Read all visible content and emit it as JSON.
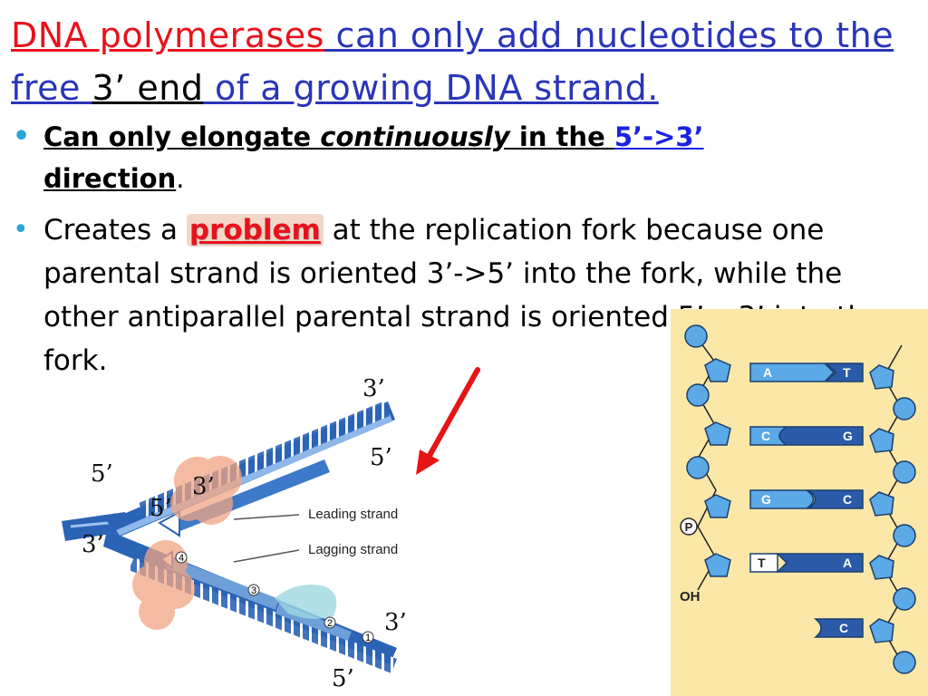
{
  "title": {
    "part1": "DNA polymerases",
    "part2": " can only add nucleotides to the free ",
    "part3": "3’ end",
    "part4": " of a growing DNA strand."
  },
  "bullet1": {
    "part1": "Can only elongate ",
    "part2": "continuously",
    "part3": " in the ",
    "part4": "5’->3’",
    "part5": "direction",
    "part6": "."
  },
  "bullet2": {
    "pre": "Creates a ",
    "highlight": "problem",
    "post": " at the replication fork because one parental strand is oriented 3’->5’ into the fork, while the other antiparallel parental strand is oriented 5’->3’ into the fork."
  },
  "fork_diagram": {
    "leading_label": "Leading strand",
    "lagging_label": "Lagging strand",
    "fragment_numbers": [
      "1",
      "2",
      "3",
      "4"
    ],
    "end_labels": {
      "top_3": "3’",
      "right_5": "5’",
      "left_5": "5’",
      "mid_3": "3’",
      "mid_5": "5’",
      "left_3": "3’",
      "bottom_3": "3’",
      "bottom_5": "5’"
    }
  },
  "dna_panel": {
    "pairs": [
      {
        "left": "A",
        "right": "T"
      },
      {
        "left": "C",
        "right": "G"
      },
      {
        "left": "G",
        "right": "C"
      },
      {
        "left": "T",
        "right": "A"
      }
    ],
    "extra_base": "C",
    "phosphate_label": "P",
    "hydroxyl_label": "OH"
  },
  "colors": {
    "title_red": "#e8121c",
    "title_blue": "#2a35b8",
    "bullet_dot": "#29a8d8",
    "strand_blue": "#2b63b5",
    "panel_bg": "#fbe7a8",
    "arrow_red": "#e61414"
  }
}
